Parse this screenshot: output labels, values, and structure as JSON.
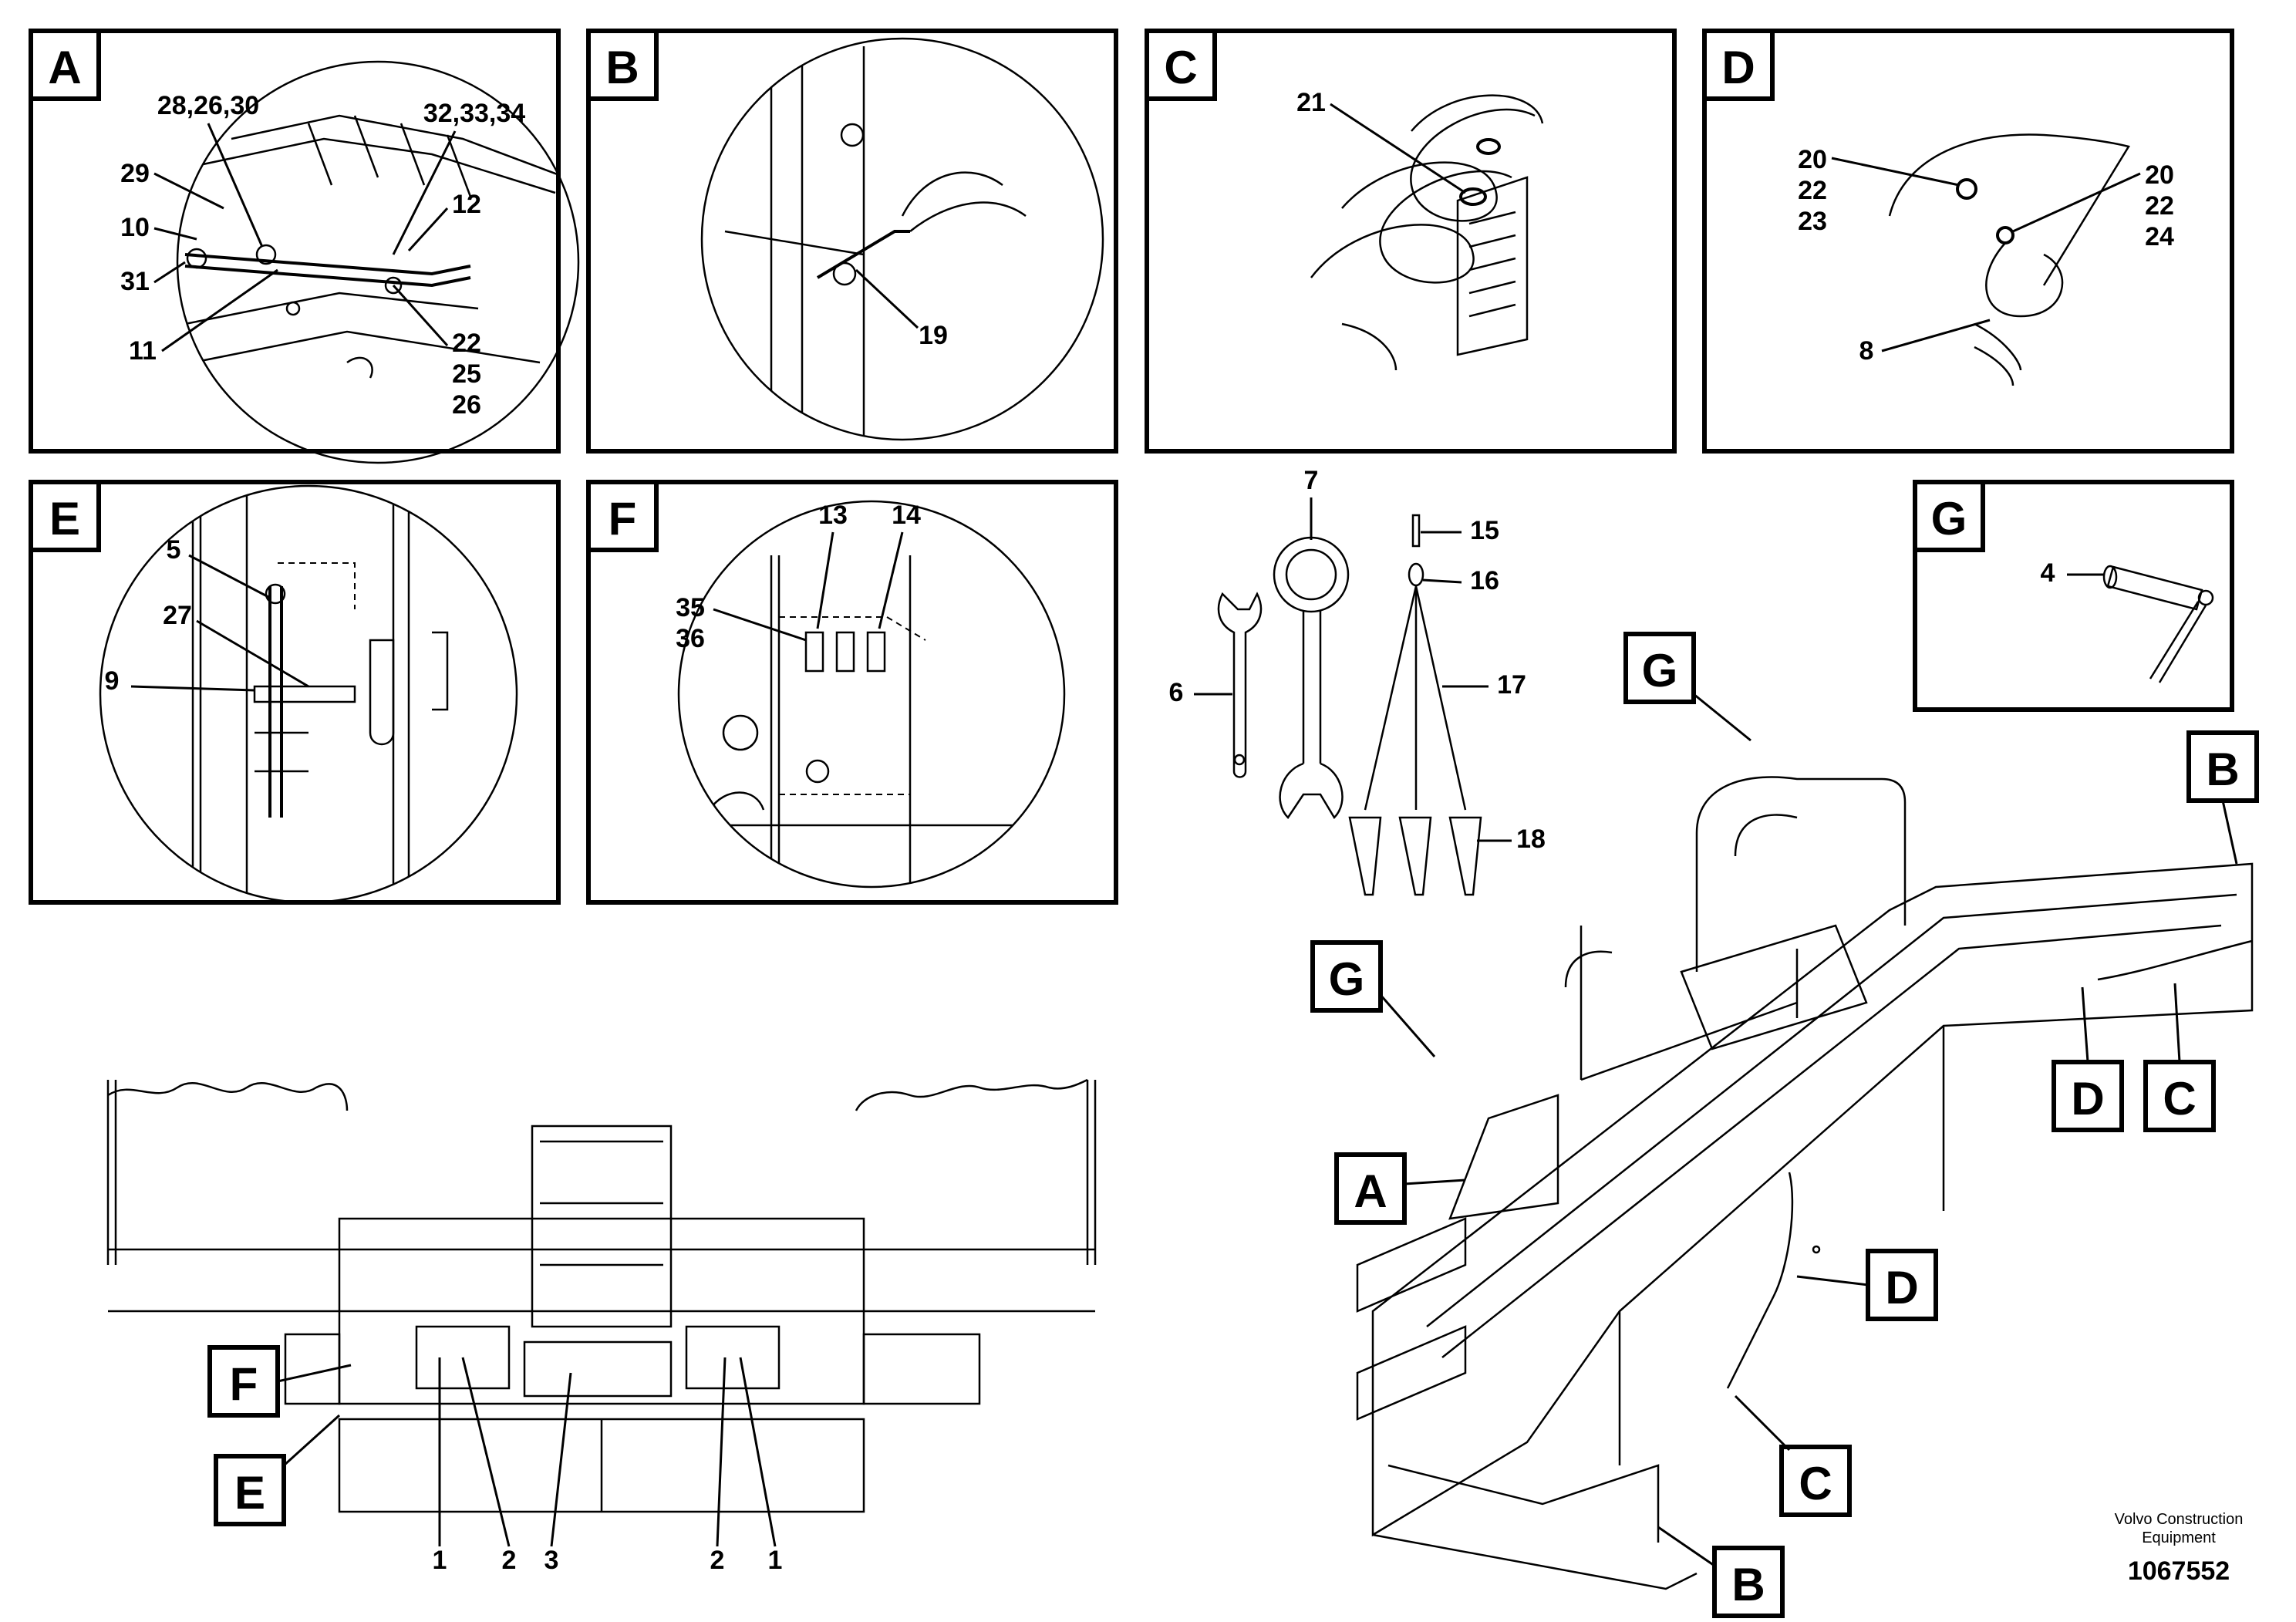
{
  "panels": {
    "a": {
      "letter": "A",
      "labels": [
        "28,26,30",
        "32,33,34",
        "29",
        "12",
        "10",
        "31",
        "11",
        "22",
        "25",
        "26"
      ]
    },
    "b": {
      "letter": "B",
      "labels": [
        "19"
      ]
    },
    "c": {
      "letter": "C",
      "labels": [
        "21"
      ]
    },
    "d": {
      "letter": "D",
      "labels": [
        "20",
        "22",
        "23",
        "20",
        "22",
        "24",
        "8"
      ]
    },
    "e": {
      "letter": "E",
      "labels": [
        "5",
        "27",
        "9"
      ]
    },
    "f": {
      "letter": "F",
      "labels": [
        "13",
        "14",
        "35",
        "36"
      ]
    },
    "g": {
      "letter": "G",
      "labels": [
        "4"
      ]
    }
  },
  "tools": {
    "labels": [
      "7",
      "15",
      "16",
      "17",
      "6",
      "18"
    ]
  },
  "main_view": {
    "callouts": [
      "G",
      "G",
      "B",
      "A",
      "D",
      "C",
      "D",
      "C",
      "B"
    ]
  },
  "front_view": {
    "callouts": [
      "F",
      "E"
    ],
    "labels": [
      "1",
      "2",
      "3",
      "2",
      "1"
    ]
  },
  "footer": {
    "company_line1": "Volvo Construction",
    "company_line2": "Equipment",
    "drawing_number": "1067552"
  }
}
